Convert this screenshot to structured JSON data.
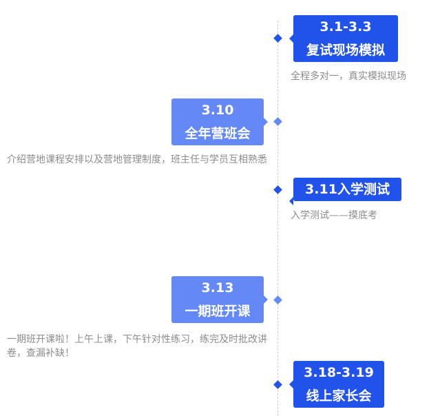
{
  "events": [
    {
      "date": "3.1-3.3",
      "title": "复试现场模拟",
      "desc": "全程多对一，真实模拟现场"
    },
    {
      "date": "3.10",
      "title": "全年营班会",
      "desc": "介绍营地课程安排以及营地管理制度，班主任与学员互相熟悉"
    },
    {
      "date": "3.11",
      "title": "入学测试",
      "desc": "入学测试——摸底考"
    },
    {
      "date": "3.13",
      "title": "一期班开课",
      "desc": "一期班开课啦！上午上课，下午针对性练习，练完及时批改讲卷，查漏补缺！"
    },
    {
      "date": "3.18-3.19",
      "title": "线上家长会"
    }
  ],
  "colors": {
    "dark": "#2152ea",
    "light": "#6489f6"
  }
}
